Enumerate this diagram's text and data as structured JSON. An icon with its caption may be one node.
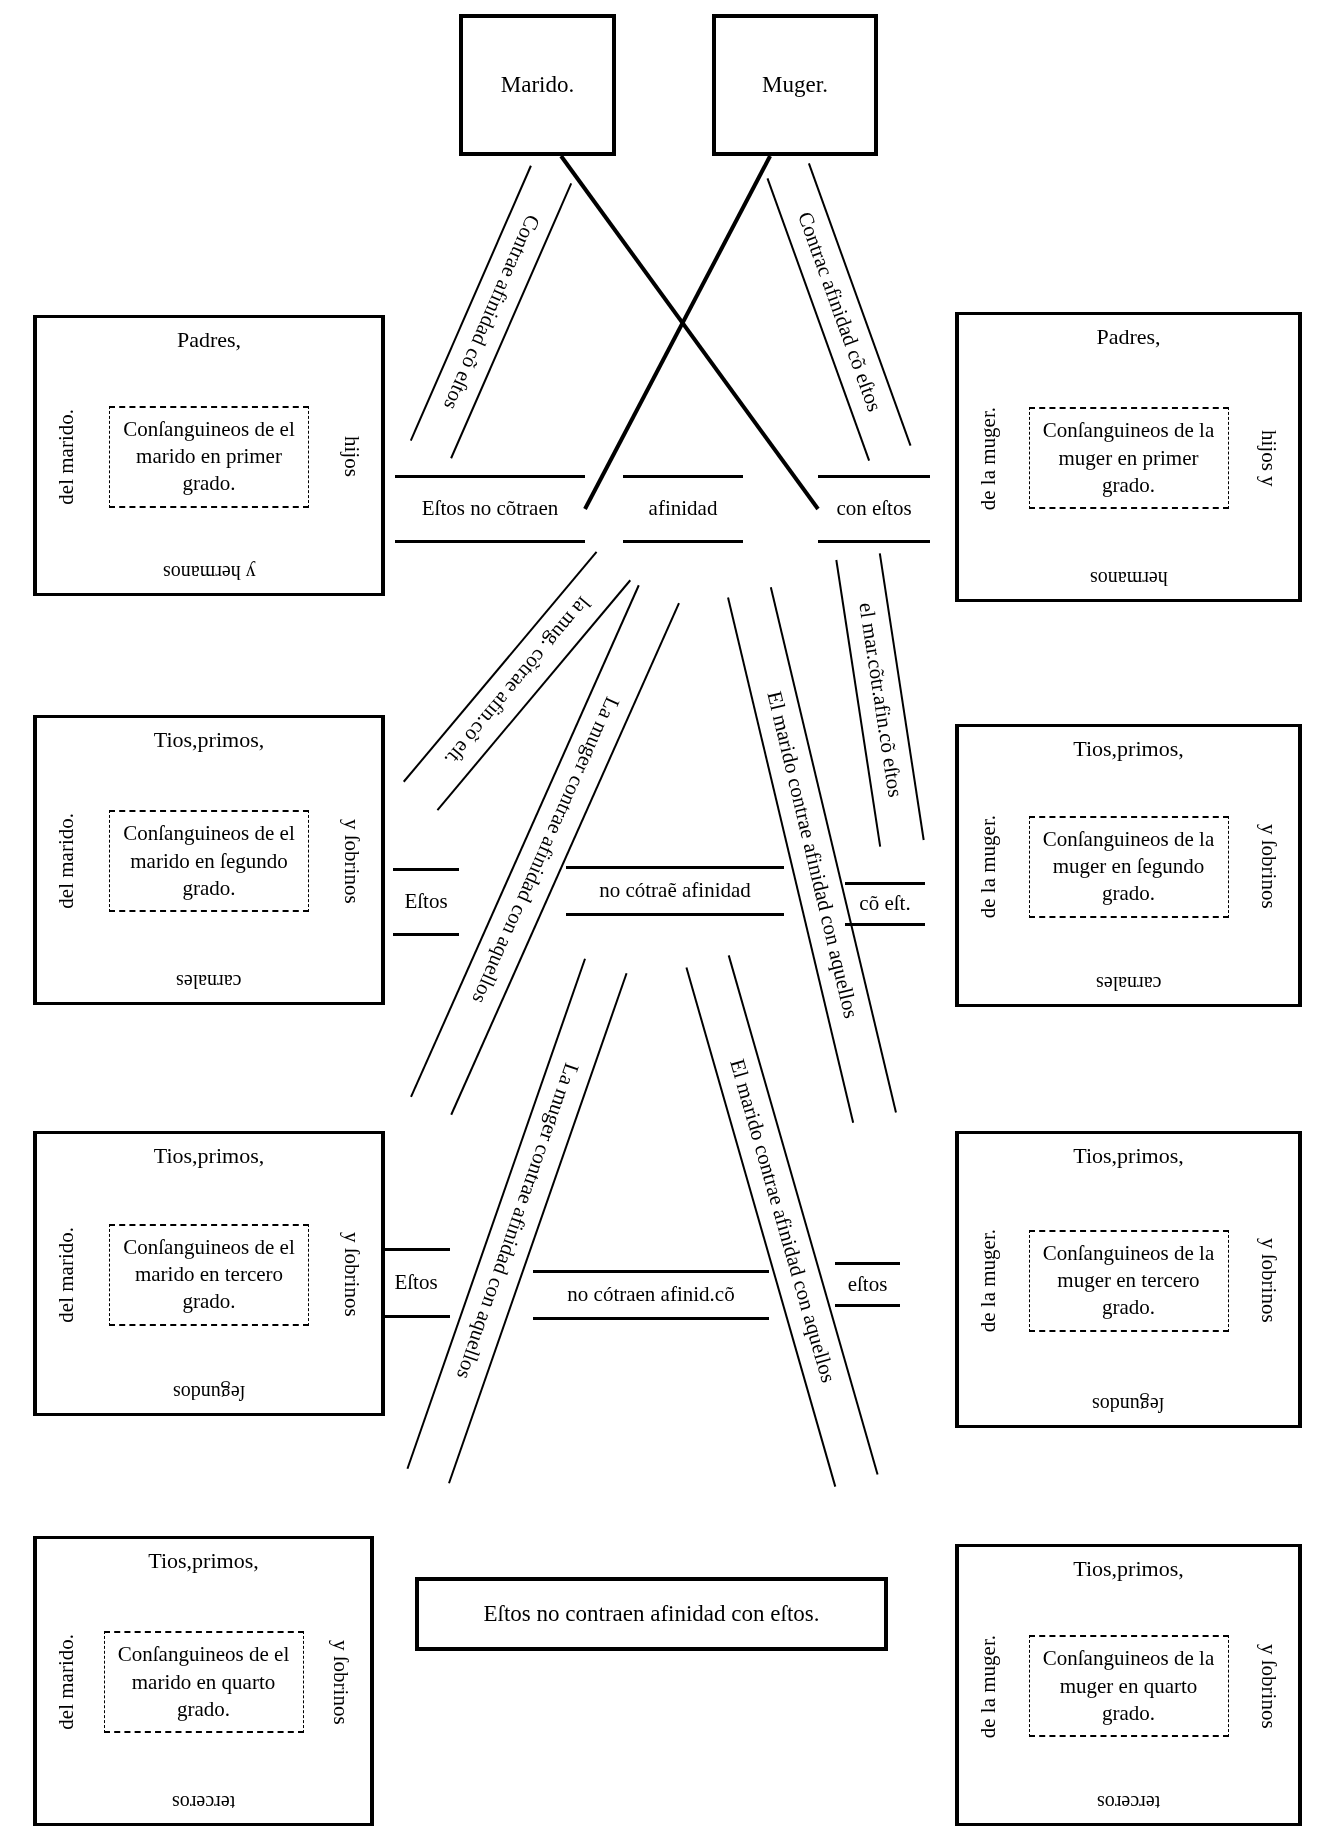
{
  "diagram": {
    "nodes": [
      {
        "text": [
          "Marido."
        ]
      },
      {
        "text": [
          "Muger."
        ]
      },
      {
        "text": [
          "Contrae afinidad cõ eſtos"
        ]
      },
      {
        "text": [
          "Contrac afinidad cõ eſtos"
        ]
      },
      {
        "text": [
          "Padres,",
          "del marido.",
          "hijos",
          "y hermanos"
        ]
      },
      {
        "text": [
          "Conſanguineos de el marido en primer grado."
        ],
        "in": 4
      },
      {
        "text": [
          "Padres,",
          "de la muger.",
          "hijos y",
          "hermanos"
        ]
      },
      {
        "text": [
          "Conſanguineos de la muger en primer grado."
        ],
        "in": 6
      },
      {
        "text": [
          "Eſtos no cõtraen"
        ]
      },
      {
        "text": [
          "afinidad"
        ]
      },
      {
        "text": [
          "con eſtos"
        ]
      },
      {
        "text": [
          "la mug. cõtrae afin.cõ eſt."
        ]
      },
      {
        "text": [
          "La muger contrae afinidad con aquellos"
        ]
      },
      {
        "text": [
          "El marido contrae afinidad con aquellos"
        ]
      },
      {
        "text": [
          "el mar.cõtr.afin.cõ eſtos"
        ]
      },
      {
        "text": [
          "Tios,primos,",
          "del marido.",
          "y ſobrinos",
          "carnales"
        ]
      },
      {
        "text": [
          "Conſanguineos de el marido en ſegundo grado."
        ],
        "in": 15
      },
      {
        "text": [
          "Tios,primos,",
          "de la muger.",
          "y ſobrinos",
          "carnales"
        ]
      },
      {
        "text": [
          "Conſanguineos de la muger en ſegundo grado."
        ],
        "in": 17
      },
      {
        "text": [
          "Eſtos"
        ]
      },
      {
        "text": [
          "no cótraẽ afinidad"
        ]
      },
      {
        "text": [
          "cõ eſt."
        ]
      },
      {
        "text": [
          "La muger contrae afinidad con aquellos"
        ]
      },
      {
        "text": [
          "El marido contrae afinidad con aquellos"
        ]
      },
      {
        "text": [
          "Tios,primos,",
          "del marido.",
          "y ſobrinos",
          "ſegundos"
        ]
      },
      {
        "text": [
          "Conſanguineos de el marido en tercero grado."
        ],
        "in": 24
      },
      {
        "text": [
          "Tios,primos,",
          "de la muger.",
          "y ſobrinos",
          "ſegundos"
        ]
      },
      {
        "text": [
          "Conſanguineos de la muger en tercero grado."
        ],
        "in": 26
      },
      {
        "text": [
          "Eſtos"
        ]
      },
      {
        "text": [
          "no cótraen afinid.cõ"
        ]
      },
      {
        "text": [
          "eſtos"
        ]
      },
      {
        "text": [
          "Tios,primos,",
          "del marido.",
          "y ſobrinos",
          "terceros"
        ]
      },
      {
        "text": [
          "Conſanguineos de el marido en quarto grado."
        ],
        "in": 31
      },
      {
        "text": [
          "Eſtos no contraen afinidad con eſtos."
        ]
      },
      {
        "text": [
          "Tios,primos,",
          "de la muger.",
          "y ſobrinos",
          "terceros"
        ]
      },
      {
        "text": [
          "Conſanguineos de la muger en quarto grado."
        ],
        "in": 34
      }
    ],
    "edges": [
      {
        "from": 0,
        "to": 10,
        "arrow": "none"
      },
      {
        "from": 1,
        "to": 8,
        "arrow": "none"
      }
    ]
  }
}
